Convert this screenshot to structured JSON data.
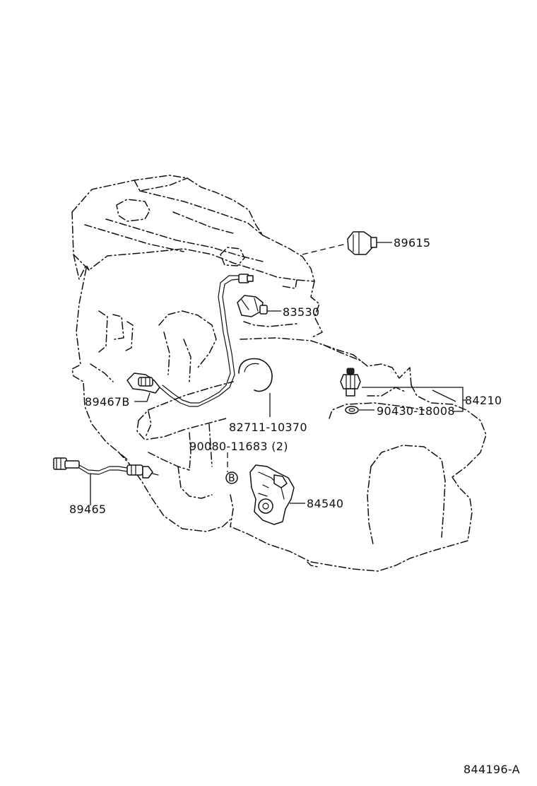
{
  "figure_code": "844196-A",
  "parts": {
    "p89615": "89615",
    "p83530": "83530",
    "p84210": "84210",
    "p90430": "90430-18008",
    "p82711": "82711-10370",
    "p90080": "90080-11683 (2)",
    "p89467B": "89467B",
    "p89465": "89465",
    "p84540": "84540"
  },
  "callout_marker": "B"
}
